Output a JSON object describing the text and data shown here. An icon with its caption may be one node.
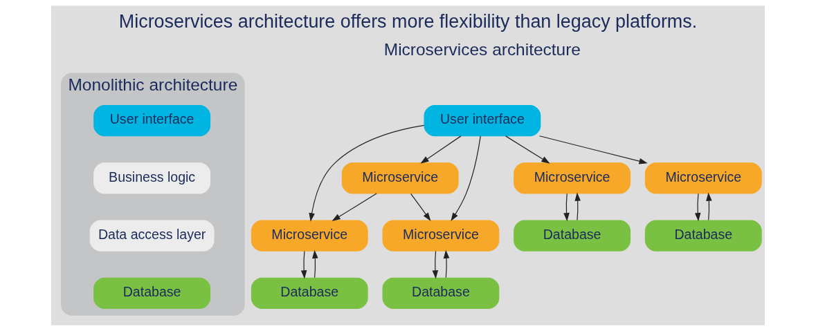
{
  "diagram": {
    "title": "Microservices architecture offers more flexibility than legacy platforms.",
    "nodes": [
      {
        "text": [
          "Monolithic architecture"
        ]
      },
      {
        "text": [
          "User interface"
        ],
        "in": 0
      },
      {
        "text": [
          "Business logic"
        ],
        "in": 0
      },
      {
        "text": [
          "Data access layer"
        ],
        "in": 0
      },
      {
        "text": [
          "Database"
        ],
        "in": 0
      },
      {
        "text": [
          "User interface"
        ]
      },
      {
        "text": [
          "Microservice"
        ]
      },
      {
        "text": [
          "Microservice"
        ]
      },
      {
        "text": [
          "Microservice"
        ]
      },
      {
        "text": [
          "Microservice"
        ]
      },
      {
        "text": [
          "Microservice"
        ]
      },
      {
        "text": [
          "Database"
        ]
      },
      {
        "text": [
          "Database"
        ]
      },
      {
        "text": [
          "Database"
        ]
      },
      {
        "text": [
          "Database"
        ]
      }
    ],
    "edges": [
      {
        "from": 5,
        "to": 6,
        "arrow": "to"
      },
      {
        "from": 5,
        "to": 7,
        "arrow": "to"
      },
      {
        "from": 5,
        "to": 8,
        "arrow": "to"
      },
      {
        "from": 5,
        "to": 9,
        "arrow": "to"
      },
      {
        "from": 5,
        "to": 10,
        "arrow": "to"
      },
      {
        "from": 6,
        "to": 7,
        "arrow": "to"
      },
      {
        "from": 6,
        "to": 9,
        "arrow": "to"
      },
      {
        "from": 7,
        "to": 11,
        "arrow": "to"
      },
      {
        "from": 11,
        "to": 7,
        "arrow": "to"
      },
      {
        "from": 8,
        "to": 12,
        "arrow": "to"
      },
      {
        "from": 12,
        "to": 8,
        "arrow": "to"
      },
      {
        "from": 9,
        "to": 13,
        "arrow": "to"
      },
      {
        "from": 13,
        "to": 9,
        "arrow": "to"
      },
      {
        "from": 10,
        "to": 14,
        "arrow": "to"
      },
      {
        "from": 14,
        "to": 10,
        "arrow": "to"
      }
    ],
    "labels": [
      "Microservices architecture"
    ]
  }
}
